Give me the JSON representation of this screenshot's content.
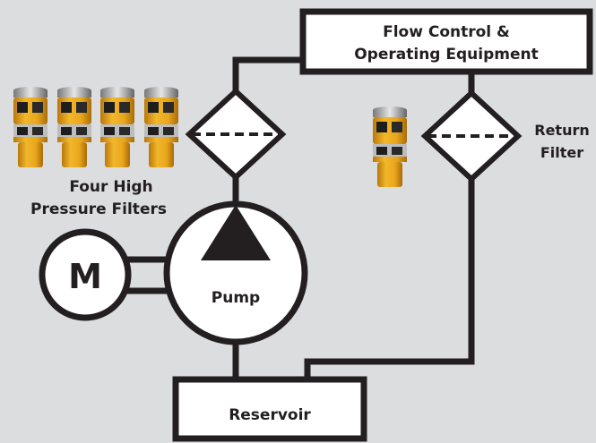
{
  "labels": {
    "flow_control_line1": "Flow Control &",
    "flow_control_line2": "Operating Equipment",
    "return_filter_line1": "Return",
    "return_filter_line2": "Filter",
    "four_high_line1": "Four High",
    "four_high_line2": "Pressure Filters",
    "motor": "M",
    "pump": "Pump",
    "reservoir": "Reservoir"
  },
  "colors": {
    "background": "#dcdddf",
    "line": "#231f20",
    "filter_body": "#e3a21a",
    "filter_window": "#1e1e1e"
  },
  "icons": [
    "high-pressure-filter-photo",
    "return-filter-photo",
    "motor-symbol",
    "pump-symbol",
    "filter-symbol"
  ]
}
